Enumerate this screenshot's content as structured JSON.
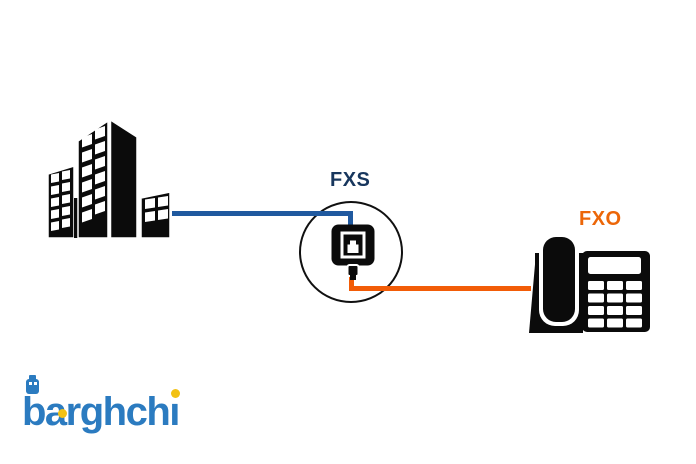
{
  "diagram": {
    "fxs_label": "FXS",
    "fxo_label": "FXO",
    "nodes": [
      {
        "id": "office-building",
        "icon": "office-building-icon",
        "label": ""
      },
      {
        "id": "fxs-adapter",
        "icon": "fxs-adapter-icon",
        "label": "FXS"
      },
      {
        "id": "fxo-phone",
        "icon": "desk-phone-icon",
        "label": "FXO"
      }
    ],
    "connections": [
      {
        "from": "office-building",
        "to": "fxs-adapter",
        "color": "#20599F"
      },
      {
        "from": "fxs-adapter",
        "to": "fxo-phone",
        "color": "#F25C07"
      }
    ],
    "colors": {
      "blue_line": "#20599F",
      "orange_line": "#F25C07",
      "fxs_label_color": "#17365D",
      "fxo_label_color": "#EC6608",
      "icon_black": "#0B0B0B"
    }
  },
  "brand": {
    "name": "barghchi",
    "text_main": "barghch",
    "text_i_stem": "ı",
    "blue": "#2B7BC0",
    "yellow": "#F2C113"
  }
}
